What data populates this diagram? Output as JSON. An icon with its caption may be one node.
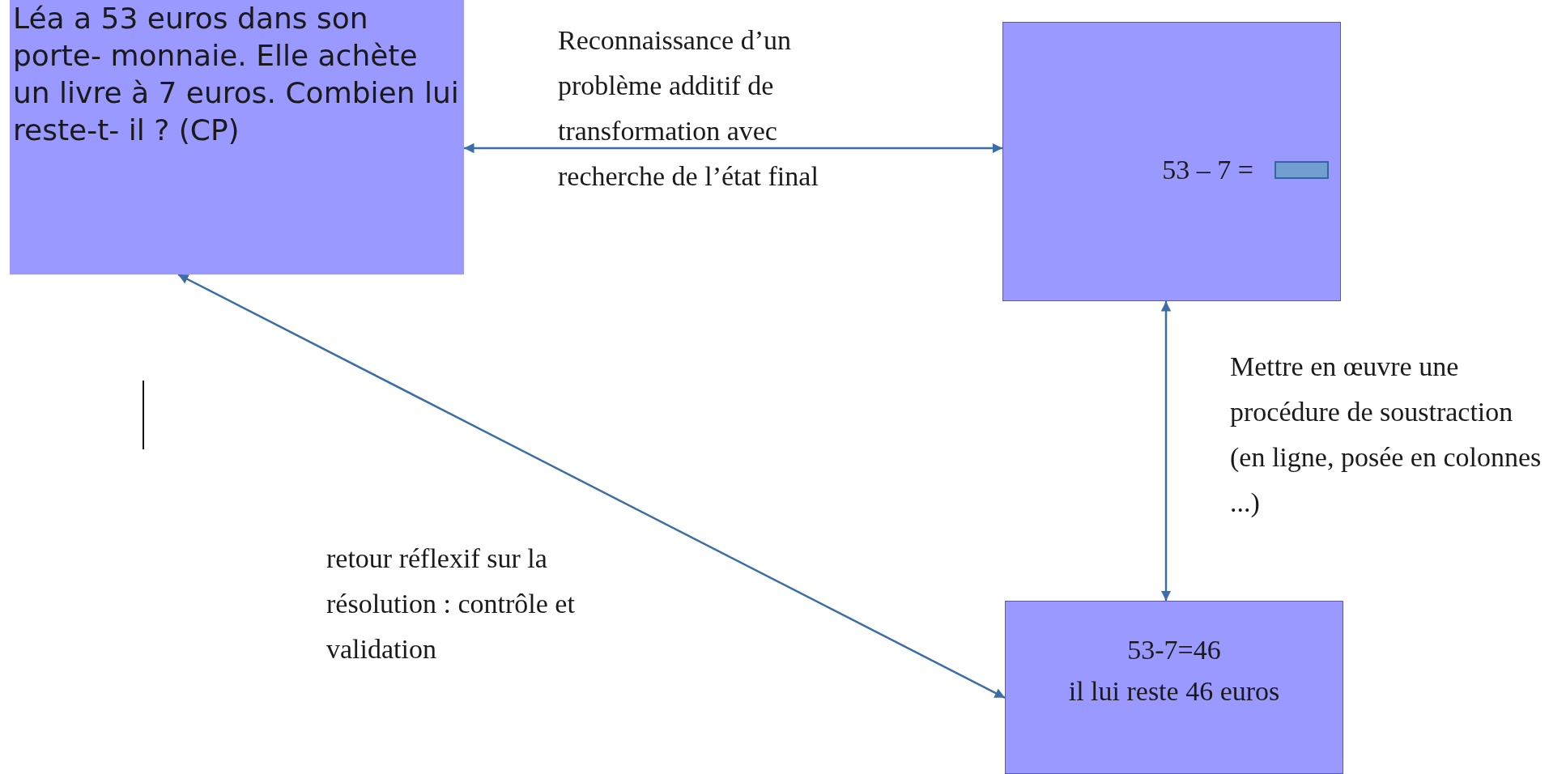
{
  "diagram": {
    "nodes": [
      {
        "text": [
          "Léa a 53 euros dans son porte- monnaie. Elle achète un livre à 7 euros. Combien lui reste-t- il ? (CP)"
        ]
      },
      {
        "text": [
          "53 – 7 ="
        ]
      },
      {
        "text": [],
        "shape": "box",
        "in": 1
      },
      {
        "text": [
          "53-7=46",
          "il lui reste 46 euros"
        ]
      }
    ],
    "edges": [
      {
        "from": 0,
        "to": 1,
        "arrow": "both",
        "label": "Reconnaissance d’un problème additif de transformation avec recherche de l’état final"
      },
      {
        "from": 1,
        "to": 3,
        "arrow": "both",
        "label": "Mettre en œuvre une procédure de soustraction (en ligne, posée en colonnes ...)"
      },
      {
        "from": 3,
        "to": 0,
        "arrow": "both",
        "label": "retour réflexif sur la résolution : contrôle et validation"
      }
    ]
  }
}
